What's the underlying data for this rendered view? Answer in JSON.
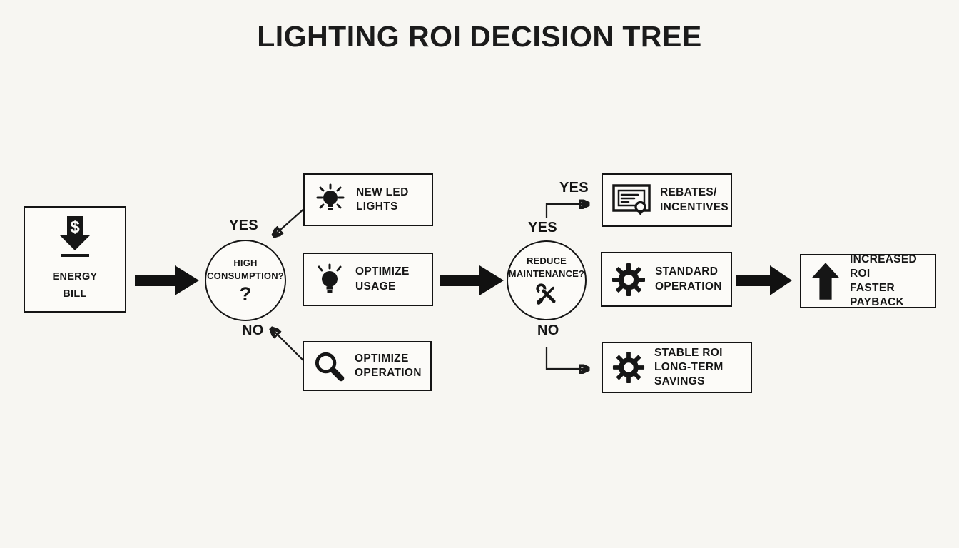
{
  "title": "LIGHTING ROI DECISION TREE",
  "colors": {
    "background": "#f7f6f2",
    "ink": "#161616",
    "node_fill": "#fcfbf8"
  },
  "nodes": {
    "energy_bill": {
      "line1": "ENERGY",
      "line2": "BILL",
      "icon": "dollar-down-arrow-icon",
      "glyph": "$"
    },
    "high_consumption": {
      "line1": "HIGH",
      "line2": "CONSUMPTION?",
      "mark": "?"
    },
    "new_led_lights": {
      "line1": "NEW LED LIGHTS",
      "icon": "lightbulb-shine-icon"
    },
    "optimize_usage": {
      "line1": "OPTIMIZE USAGE",
      "icon": "lightbulb-icon"
    },
    "optimize_operation": {
      "line1": "OPTIMIZE",
      "line2": "OPERATION",
      "icon": "magnifier-icon"
    },
    "reduce_maintenance": {
      "line1": "REDUCE",
      "line2": "MAINTENANCE?",
      "icon": "tools-icon"
    },
    "rebates_incentives": {
      "line1": "REBATES/",
      "line2": "INCENTIVES",
      "icon": "certificate-icon"
    },
    "standard_operation": {
      "line1": "STANDARD",
      "line2": "OPERATION",
      "icon": "gear-icon"
    },
    "stable_roi": {
      "line1": "STABLE ROI",
      "line2": "LONG-TERM SAVINGS",
      "icon": "gear-icon"
    },
    "increased_roi": {
      "line1": "INCREASED ROI",
      "line2": "FASTER PAYBACK",
      "icon": "up-arrow-icon"
    }
  },
  "branch_labels": {
    "d1_yes": "YES",
    "d1_no": "NO",
    "d2_yes_elbow": "YES",
    "d2_yes": "YES",
    "d2_no": "NO"
  }
}
